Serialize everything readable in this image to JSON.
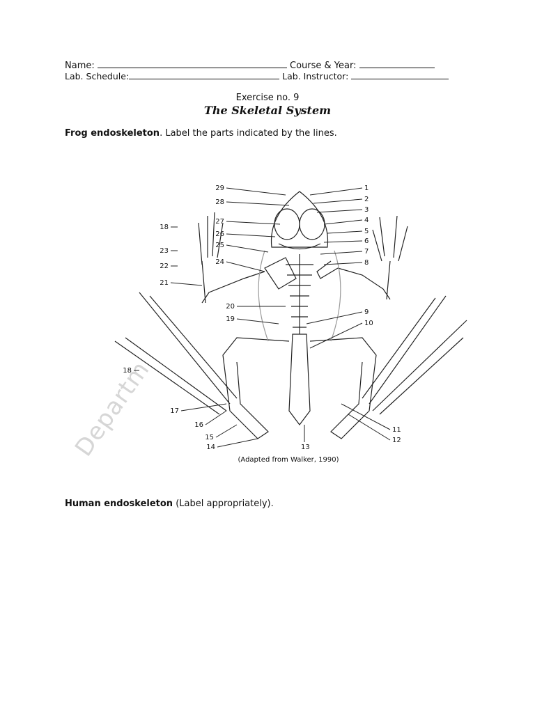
{
  "header": {
    "name_label": "Name:",
    "course_label": "Course & Year:",
    "schedule_label": "Lab. Schedule:",
    "instructor_label": "Lab. Instructor:"
  },
  "exercise": {
    "number": "Exercise no. 9",
    "title": "The Skeletal System"
  },
  "frog_section": {
    "title": "Frog endoskeleton",
    "instruction": ". Label the parts indicated by the lines."
  },
  "figure": {
    "credit": "(Adapted from Walker, 1990)",
    "labels_left": [
      "29",
      "28",
      "27",
      "26",
      "25",
      "24",
      "18",
      "23",
      "22",
      "21",
      "20",
      "19",
      "18",
      "17",
      "16",
      "15",
      "14"
    ],
    "labels_right": [
      "1",
      "2",
      "3",
      "4",
      "5",
      "6",
      "7",
      "8",
      "9",
      "10",
      "11",
      "12"
    ],
    "label_bottom": "13"
  },
  "human_section": {
    "title": "Human endoskeleton",
    "instruction": " (Label appropriately)."
  },
  "watermark": "Departm"
}
